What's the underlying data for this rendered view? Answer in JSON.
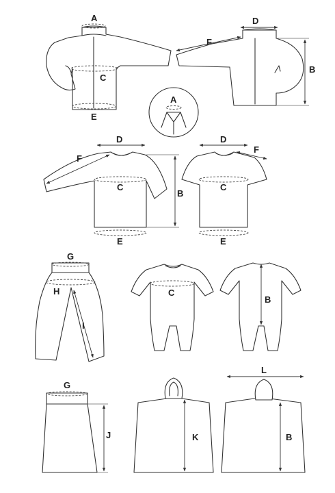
{
  "measurement_labels": {
    "jacket_front": {
      "neck": "A",
      "chest": "C",
      "hem": "E"
    },
    "jacket_back": {
      "shoulder": "D",
      "sleeve": "F",
      "length": "B"
    },
    "collar_detail": {
      "neck": "A"
    },
    "long_sleeve_shirt": {
      "shoulder": "D",
      "sleeve": "F",
      "chest": "C",
      "length": "B",
      "hem": "E"
    },
    "tshirt": {
      "shoulder": "D",
      "sleeve": "F",
      "chest": "C",
      "hem": "E"
    },
    "pants": {
      "waist": "G",
      "hip": "H",
      "inseam": "I"
    },
    "romper_front": {
      "chest": "C"
    },
    "romper_back": {
      "length": "B"
    },
    "skirt": {
      "waist": "G",
      "length": "J"
    },
    "poncho_front": {
      "length": "K"
    },
    "poncho_back": {
      "width": "L",
      "length": "B"
    }
  }
}
